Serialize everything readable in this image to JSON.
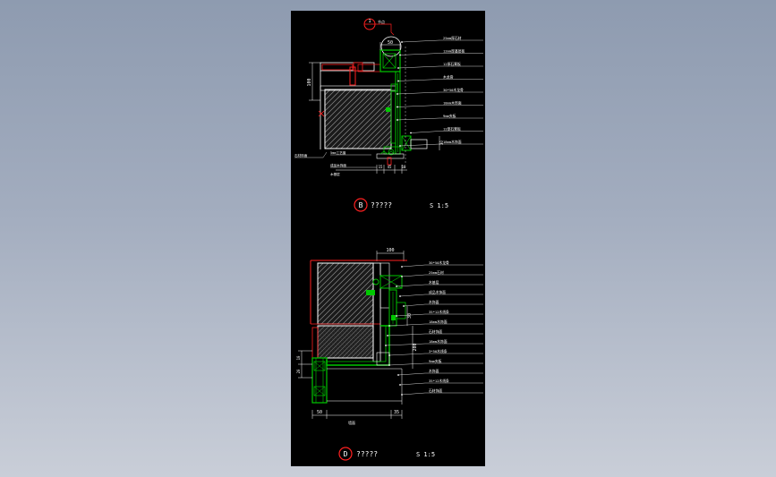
{
  "colors": {
    "background_top": "#8e9bb0",
    "background_bottom": "#c9ced8",
    "sheet": "#000000",
    "outline": "#ffffff",
    "section_fill": "#00c800",
    "red": "#ff2020",
    "hatch": "#9a9a9a"
  },
  "detail_top": {
    "marker_id": "1",
    "marker_suffix": "节点",
    "title_marker": "B",
    "title_text": "?????",
    "scale": "S 1:5",
    "dims": {
      "top": "50",
      "vertical_left": "100",
      "bottom_a": "15",
      "bottom_b": "45",
      "bottom_c": "10",
      "right": "30"
    },
    "callouts": [
      "25mm厚石材",
      "12mm厚基层板",
      "12厚石膏板",
      "木龙骨",
      "30*50木龙骨",
      "18mm木饰面",
      "9mm夹板",
      "12厚石膏板",
      "18mm木饰面"
    ],
    "bottom_labels": [
      "石材饰面",
      "5mm工艺缝",
      "成品木饰面",
      "木基层"
    ]
  },
  "detail_bottom": {
    "title_marker": "D",
    "title_text": "?????",
    "scale": "S 1:5",
    "dims": {
      "top": "100",
      "side_a": "30",
      "side_b": "200",
      "left_a": "10",
      "left_b": "20",
      "bottom_a": "50",
      "bottom_b": "35"
    },
    "callouts": [
      "30*50木龙骨",
      "25mm石材",
      "木基层",
      "成品木饰面",
      "木饰面",
      "35*12木线条",
      "18mm木饰面",
      "石材饰面",
      "18mm木饰面",
      "3*50木线条",
      "9mm夹板",
      "木饰面",
      "35*12木线条",
      "石材饰面"
    ],
    "bottom_label": "墙面"
  }
}
